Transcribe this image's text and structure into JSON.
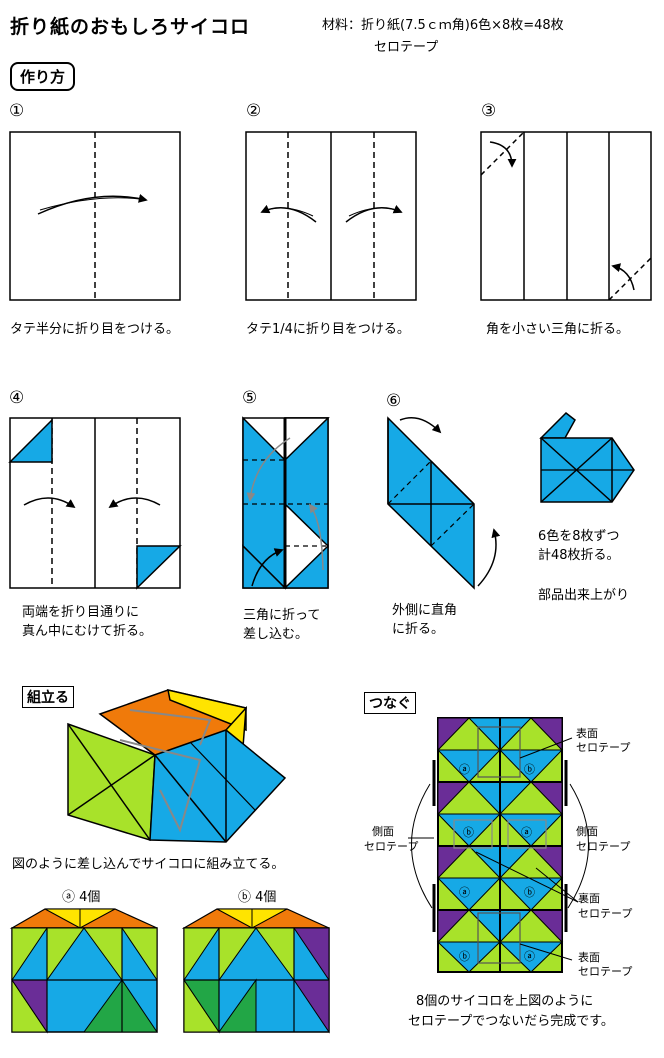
{
  "header": {
    "title": "折り紙のおもしろサイコロ",
    "materials_line1": "材料：折り紙(7.5ｃｍ角)6色×8枚=48枚",
    "materials_line2": "セロテープ"
  },
  "sections": {
    "howto": "作り方",
    "assemble": "組立る",
    "connect": "つなぐ"
  },
  "steps": [
    {
      "num": "①",
      "caption": "タテ半分に折り目をつける。"
    },
    {
      "num": "②",
      "caption": "タテ1/4に折り目をつける。"
    },
    {
      "num": "③",
      "caption": "角を小さい三角に折る。"
    },
    {
      "num": "④",
      "caption_l1": "両端を折り目通りに",
      "caption_l2": "真ん中にむけて折る。"
    },
    {
      "num": "⑤",
      "caption_l1": "三角に折って",
      "caption_l2": "差し込む。"
    },
    {
      "num": "⑥",
      "caption_l1": "外側に直角",
      "caption_l2": "に折る。"
    }
  ],
  "parts_note": {
    "line1": "6色を8枚ずつ",
    "line2": "計48枚折る。",
    "line3": "部品出来上がり"
  },
  "assemble_caption": "図のように差し込んでサイコロに組み立てる。",
  "dice_types": {
    "a_label": "ⓐ 4個",
    "b_label": "ⓑ 4個"
  },
  "tape_labels": {
    "front_top_l1": "表面",
    "front_top_l2": "セロテープ",
    "side_l1": "側面",
    "side_l2": "セロテープ",
    "back_l1": "裏面",
    "back_l2": "セロテープ",
    "front_bottom_l1": "表面",
    "front_bottom_l2": "セロテープ"
  },
  "cell_labels": {
    "a": "ⓐ",
    "b": "ⓑ"
  },
  "final_caption_l1": "8個のサイコロを上図のように",
  "final_caption_l2": "セロテープでつないだら完成です。",
  "colors": {
    "blue": "#16a9e6",
    "green": "#a8e22a",
    "purple": "#6a2d97",
    "orange": "#f07a0a",
    "yellow": "#ffe400",
    "darkgreen": "#22a646"
  }
}
